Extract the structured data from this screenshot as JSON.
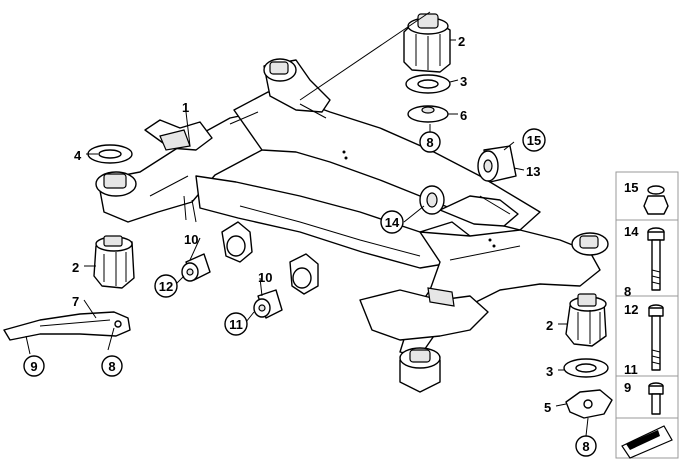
{
  "title": "Rear axle carrier with rubber mounts",
  "callouts": {
    "c1": "1",
    "c2a": "2",
    "c2b": "2",
    "c2c": "2",
    "c3a": "3",
    "c3b": "3",
    "c4": "4",
    "c5": "5",
    "c6": "6",
    "c7": "7",
    "c8a": "8",
    "c8b": "8",
    "c8c": "8",
    "c9": "9",
    "c10a": "10",
    "c10b": "10",
    "c11": "11",
    "c12": "12",
    "c13": "13",
    "c14": "14",
    "c15": "15"
  },
  "fastener_panel": {
    "p15": "15",
    "p14": "14",
    "p8": "8",
    "p12": "12",
    "p11": "11",
    "p9": "9"
  },
  "icons": {
    "direction": "arrow-icon"
  }
}
